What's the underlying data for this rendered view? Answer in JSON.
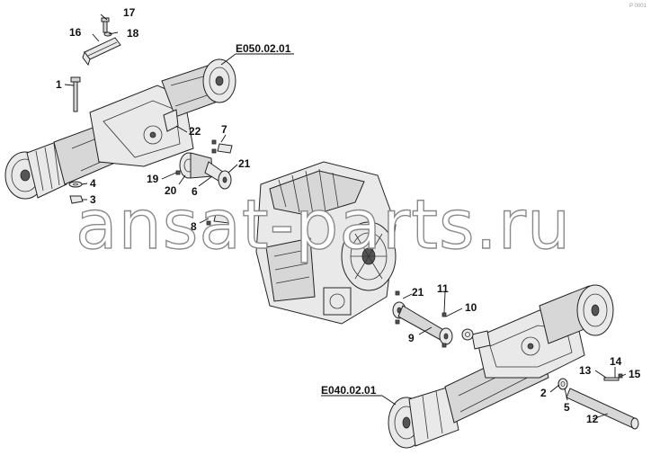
{
  "corner_mark": "P 0001",
  "watermark": "ansat-parts.ru",
  "references": {
    "front_axle": "E050.02.01",
    "rear_axle": "E040.02.01"
  },
  "callouts": [
    {
      "id": "c1",
      "label": "1"
    },
    {
      "id": "c2",
      "label": "2"
    },
    {
      "id": "c3",
      "label": "3"
    },
    {
      "id": "c4",
      "label": "4"
    },
    {
      "id": "c5",
      "label": "5"
    },
    {
      "id": "c6",
      "label": "6"
    },
    {
      "id": "c7",
      "label": "7"
    },
    {
      "id": "c8",
      "label": "8"
    },
    {
      "id": "c9",
      "label": "9"
    },
    {
      "id": "c10",
      "label": "10"
    },
    {
      "id": "c11",
      "label": "11"
    },
    {
      "id": "c12",
      "label": "12"
    },
    {
      "id": "c13",
      "label": "13"
    },
    {
      "id": "c14",
      "label": "14"
    },
    {
      "id": "c15",
      "label": "15"
    },
    {
      "id": "c16",
      "label": "16"
    },
    {
      "id": "c17",
      "label": "17"
    },
    {
      "id": "c18",
      "label": "18"
    },
    {
      "id": "c19",
      "label": "19"
    },
    {
      "id": "c20",
      "label": "20"
    },
    {
      "id": "c21a",
      "label": "21"
    },
    {
      "id": "c21b",
      "label": "21"
    },
    {
      "id": "c22",
      "label": "22"
    }
  ]
}
